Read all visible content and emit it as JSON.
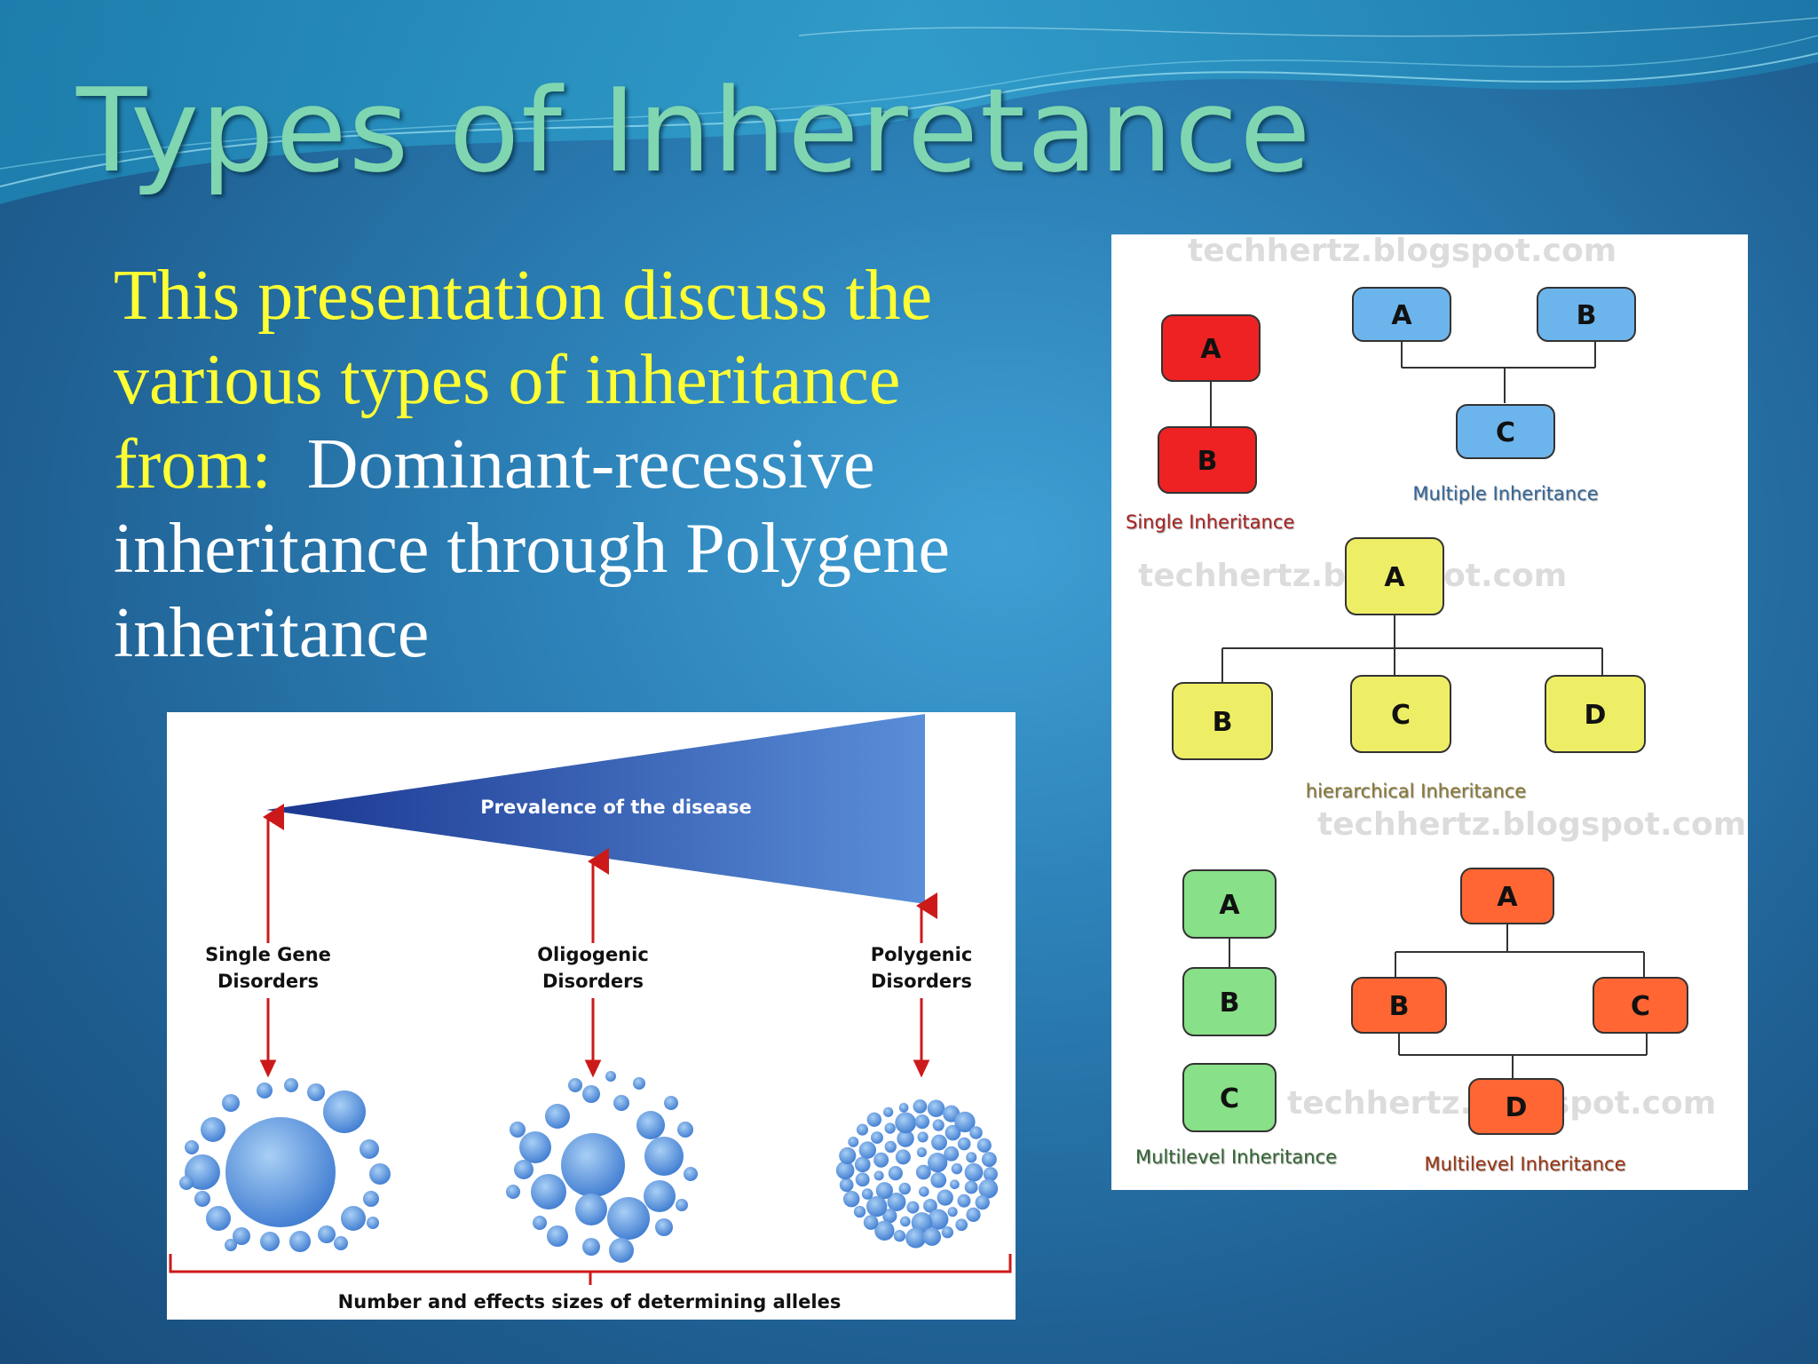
{
  "slide": {
    "title": "Types of Inheretance",
    "body_yellow": "This presentation discuss the various types of inheritance from:",
    "body_white": "Dominant-recessive inheritance through Polygene inheritance"
  },
  "polygene_figure": {
    "wedge_label": "Prevalence of the disease",
    "categories": [
      "Single Gene\nDisorders",
      "Oligogenic\nDisorders",
      "Polygenic\nDisorders"
    ],
    "bottom_label": "Number and effects sizes of determining alleles"
  },
  "oop_figure": {
    "watermark": "techhertz.blogspot.com",
    "single": {
      "nodes": [
        "A",
        "B"
      ],
      "caption": "Single Inheritance",
      "color": "#ee2222"
    },
    "multiple": {
      "nodes": [
        "A",
        "B",
        "C"
      ],
      "caption": "Multiple Inheritance",
      "color": "#6cb4ec"
    },
    "hierarchical": {
      "nodes": [
        "A",
        "B",
        "C",
        "D"
      ],
      "caption": "hierarchical Inheritance",
      "color": "#eeee66"
    },
    "multilevel": {
      "nodes": [
        "A",
        "B",
        "C"
      ],
      "caption": "Multilevel Inheritance",
      "color": "#88e088"
    },
    "hybrid": {
      "nodes": [
        "A",
        "B",
        "C",
        "D"
      ],
      "caption": "Multilevel Inheritance",
      "color": "#ff6633"
    }
  }
}
